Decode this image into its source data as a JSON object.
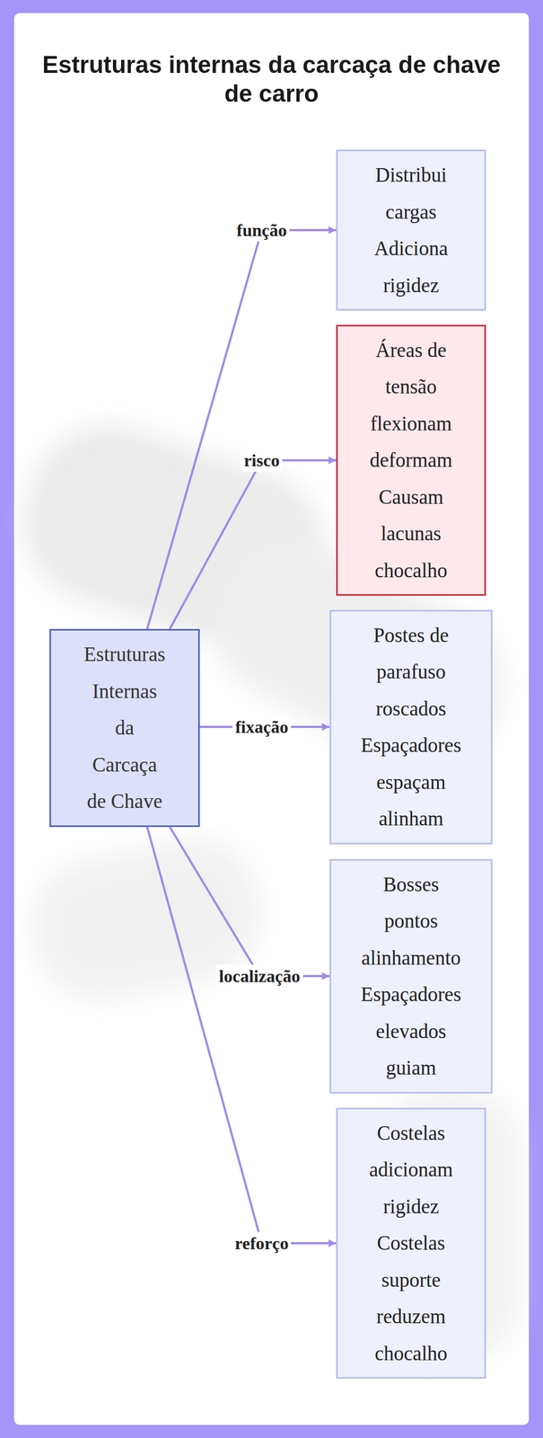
{
  "diagram": {
    "title": "Estruturas internas da carcaça de chave de carro",
    "nodes": [
      {
        "text": [
          "Estruturas Internas da Carcaça de Chave"
        ]
      },
      {
        "text": [
          "Distribui cargas Adiciona rigidez"
        ]
      },
      {
        "text": [
          "Áreas de tensão flexionam deformam Causam lacunas chocalho"
        ]
      },
      {
        "text": [
          "Postes de parafuso roscados Espaçadores espaçam alinham"
        ]
      },
      {
        "text": [
          "Bosses pontos alinhamento Espaçadores elevados guiam"
        ]
      },
      {
        "text": [
          "Costelas adicionam rigidez Costelas suporte reduzem chocalho"
        ]
      }
    ],
    "edges": [
      {
        "from": 0,
        "to": 1,
        "arrow": "to",
        "label": "função"
      },
      {
        "from": 0,
        "to": 2,
        "arrow": "to",
        "label": "risco"
      },
      {
        "from": 0,
        "to": 3,
        "arrow": "to",
        "label": "fixação"
      },
      {
        "from": 0,
        "to": 4,
        "arrow": "to",
        "label": "localização"
      },
      {
        "from": 0,
        "to": 5,
        "arrow": "to",
        "label": "reforço"
      }
    ]
  }
}
